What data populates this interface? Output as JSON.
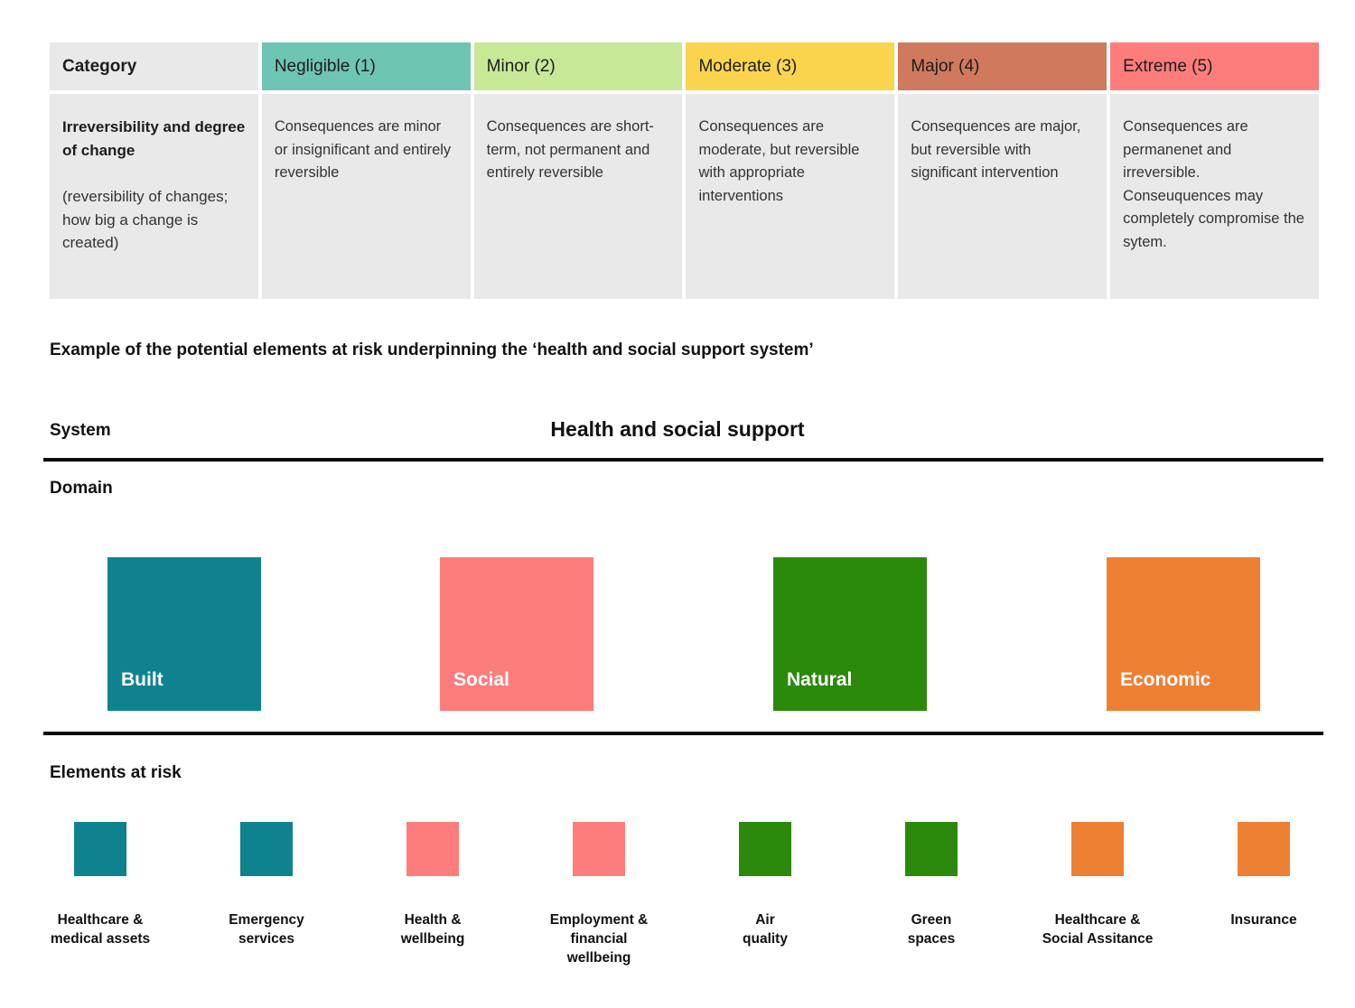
{
  "consequence_table": {
    "headers": [
      {
        "label": "Category",
        "bg": "#e9e9e9"
      },
      {
        "label": "Negligible (1)",
        "bg": "#6ec5b1"
      },
      {
        "label": "Minor (2)",
        "bg": "#c7e897"
      },
      {
        "label": "Moderate (3)",
        "bg": "#fbd44e"
      },
      {
        "label": "Major (4)",
        "bg": "#d0795d"
      },
      {
        "label": "Extreme (5)",
        "bg": "#fc7d7b"
      }
    ],
    "row": {
      "category_title": "Irreversibility and degree of change",
      "category_note": "(reversibility of changes; how big a change is created)",
      "cells": [
        {
          "text": "Consequences are minor or insignificant and entirely reversible"
        },
        {
          "text": "Consequences are short-term, not permanent and entirely reversible"
        },
        {
          "text": "Consequences are moderate, but reversible with appropriate interventions"
        },
        {
          "text": "Consequences are major, but reversible with significant intervention"
        },
        {
          "text": "Consequences are permanenet and irreversible. Conseuquences may completely compromise the sytem."
        }
      ]
    }
  },
  "example_heading": "Example of the potential elements at risk underpinning the ‘health and social support system’",
  "system_row": {
    "label": "System",
    "value": "Health and social support"
  },
  "domain_section": {
    "label": "Domain",
    "domains": [
      {
        "name": "Built",
        "color": "#0f8290"
      },
      {
        "name": "Social",
        "color": "#fc7d7b"
      },
      {
        "name": "Natural",
        "color": "#2b8a0c"
      },
      {
        "name": "Economic",
        "color": "#ee8034"
      }
    ]
  },
  "elements_section": {
    "label": "Elements at risk",
    "elements": [
      {
        "name": "Healthcare &\nmedical assets",
        "color": "#0f8290"
      },
      {
        "name": "Emergency\nservices",
        "color": "#0f8290"
      },
      {
        "name": "Health &\nwellbeing",
        "color": "#fc7d7b"
      },
      {
        "name": "Employment &\nfinancial\nwellbeing",
        "color": "#fc7d7b"
      },
      {
        "name": "Air\nquality",
        "color": "#2b8a0c"
      },
      {
        "name": "Green\nspaces",
        "color": "#2b8a0c"
      },
      {
        "name": "Healthcare &\nSocial Assitance",
        "color": "#ee8034"
      },
      {
        "name": "Insurance",
        "color": "#ee8034"
      }
    ]
  }
}
